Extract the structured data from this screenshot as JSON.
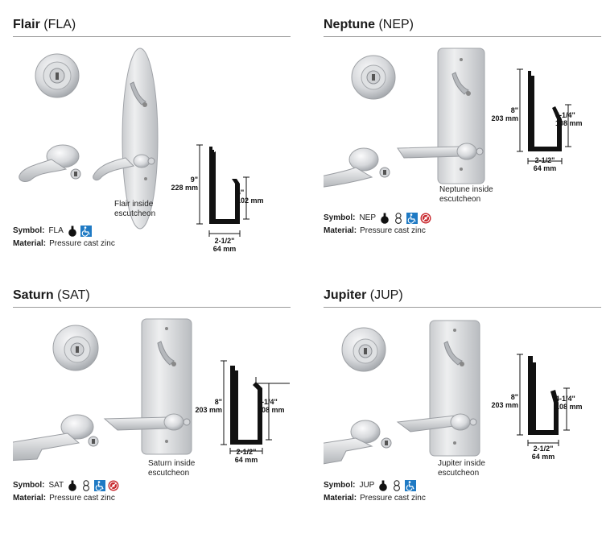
{
  "colors": {
    "ada_blue": "#1f7ac4",
    "vandal_red": "#c8262b",
    "metal_light": "#e4e5e7",
    "metal_dark": "#a3a6aa",
    "profile_black": "#111111"
  },
  "labels": {
    "symbol": "Symbol:",
    "material": "Material:",
    "material_value": "Pressure cast zinc"
  },
  "sections": [
    {
      "name": "Flair",
      "code": "(FLA)",
      "symbol": "FLA",
      "caption_line1": "Flair inside",
      "caption_line2": "escutcheon",
      "dim_height_in": "9\"",
      "dim_height_mm": "228 mm",
      "dim_inner_in": "4\"",
      "dim_inner_mm": "102 mm",
      "dim_width_in": "2-1/2\"",
      "dim_width_mm": "64 mm",
      "icons": [
        "lock-dot-icon",
        "wheelchair-icon"
      ]
    },
    {
      "name": "Neptune",
      "code": "(NEP)",
      "symbol": "NEP",
      "caption_line1": "Neptune inside",
      "caption_line2": "escutcheon",
      "dim_height_in": "8\"",
      "dim_height_mm": "203 mm",
      "dim_inner_in": "4-1/4\"",
      "dim_inner_mm": "108 mm",
      "dim_width_in": "2-1/2\"",
      "dim_width_mm": "64 mm",
      "icons": [
        "lock-dot-icon",
        "figure-eight-icon",
        "wheelchair-icon",
        "vandal-resistant-icon"
      ]
    },
    {
      "name": "Saturn",
      "code": "(SAT)",
      "symbol": "SAT",
      "caption_line1": "Saturn inside",
      "caption_line2": "escutcheon",
      "dim_height_in": "8\"",
      "dim_height_mm": "203 mm",
      "dim_inner_in": "4-1/4\"",
      "dim_inner_mm": "108 mm",
      "dim_width_in": "2-1/2\"",
      "dim_width_mm": "64 mm",
      "icons": [
        "lock-dot-icon",
        "figure-eight-icon",
        "wheelchair-icon",
        "vandal-resistant-icon"
      ]
    },
    {
      "name": "Jupiter",
      "code": "(JUP)",
      "symbol": "JUP",
      "caption_line1": "Jupiter inside",
      "caption_line2": "escutcheon",
      "dim_height_in": "8\"",
      "dim_height_mm": "203 mm",
      "dim_inner_in": "4-1/4\"",
      "dim_inner_mm": "108 mm",
      "dim_width_in": "2-1/2\"",
      "dim_width_mm": "64 mm",
      "icons": [
        "lock-dot-icon",
        "figure-eight-icon",
        "wheelchair-icon"
      ]
    }
  ]
}
